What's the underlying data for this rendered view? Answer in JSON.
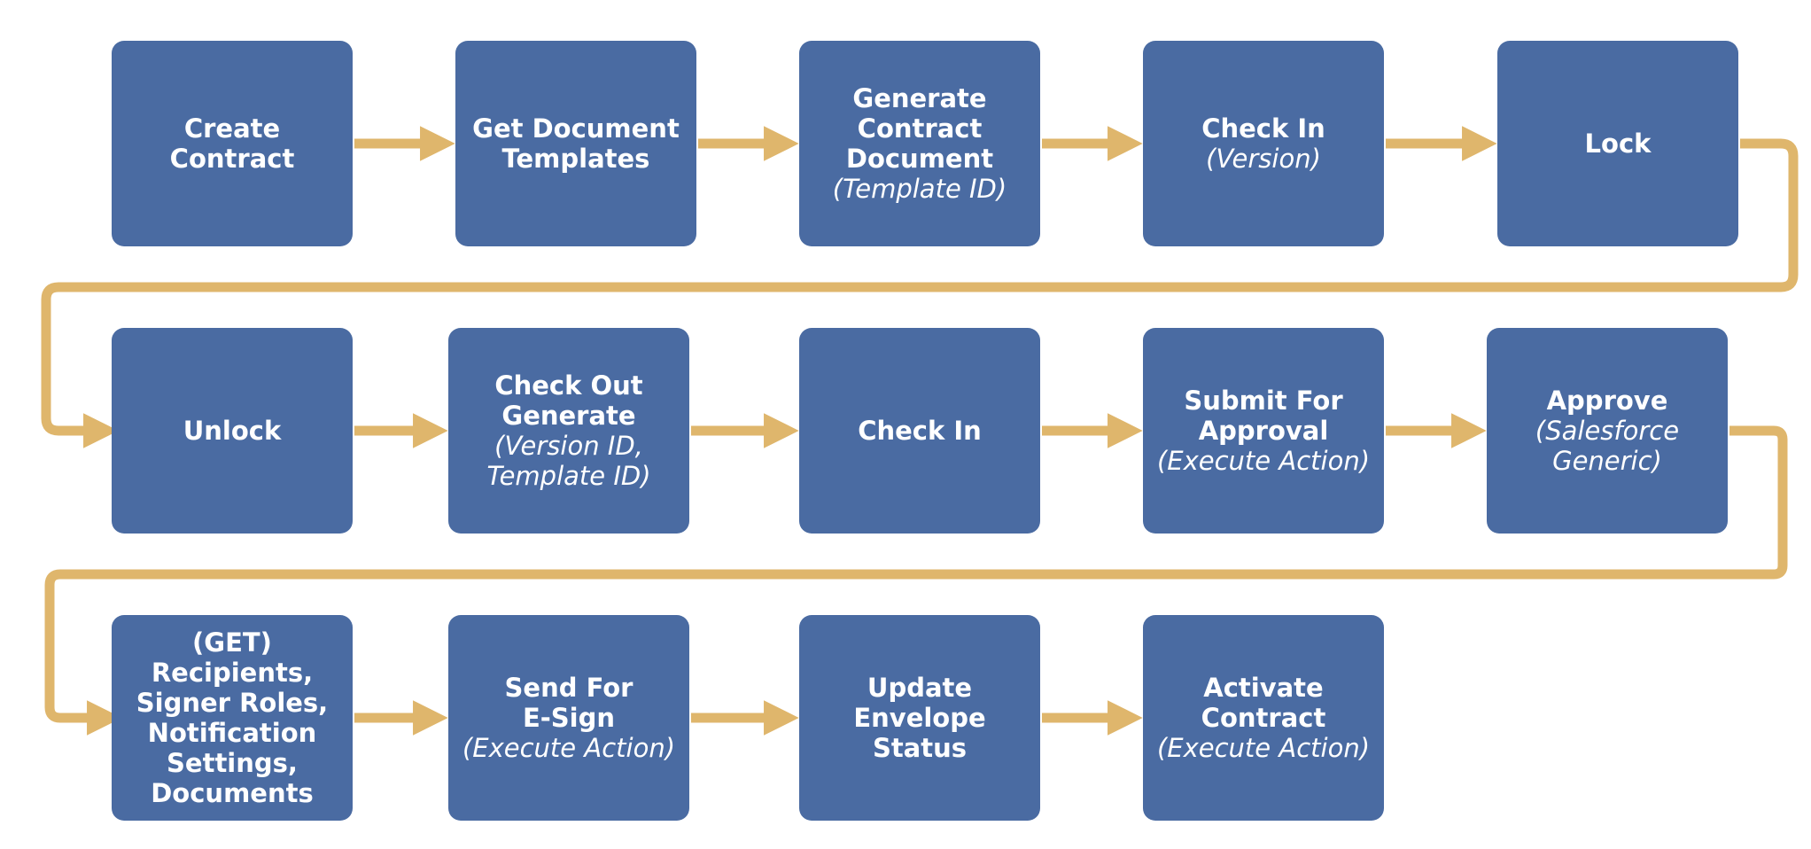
{
  "colors": {
    "box": "#4a6ba2",
    "arrow": "#dfb66c",
    "text": "#ffffff"
  },
  "steps": [
    {
      "title": "Create\nContract",
      "sub": ""
    },
    {
      "title": "Get Document\nTemplates",
      "sub": ""
    },
    {
      "title": "Generate\nContract\nDocument",
      "sub": "(Template ID)"
    },
    {
      "title": "Check In",
      "sub": "(Version)"
    },
    {
      "title": "Lock",
      "sub": ""
    },
    {
      "title": "Unlock",
      "sub": ""
    },
    {
      "title": "Check Out\nGenerate",
      "sub": "(Version ID,\nTemplate ID)"
    },
    {
      "title": "Check In",
      "sub": ""
    },
    {
      "title": "Submit For\nApproval",
      "sub": "(Execute Action)"
    },
    {
      "title": "Approve",
      "sub": "(Salesforce\nGeneric)"
    },
    {
      "title": "(GET)\nRecipients,\nSigner Roles,\nNotification\nSettings,\nDocuments",
      "sub": ""
    },
    {
      "title": "Send For\nE-Sign",
      "sub": "(Execute Action)"
    },
    {
      "title": "Update\nEnvelope\nStatus",
      "sub": ""
    },
    {
      "title": "Activate\nContract",
      "sub": "(Execute Action)"
    }
  ]
}
